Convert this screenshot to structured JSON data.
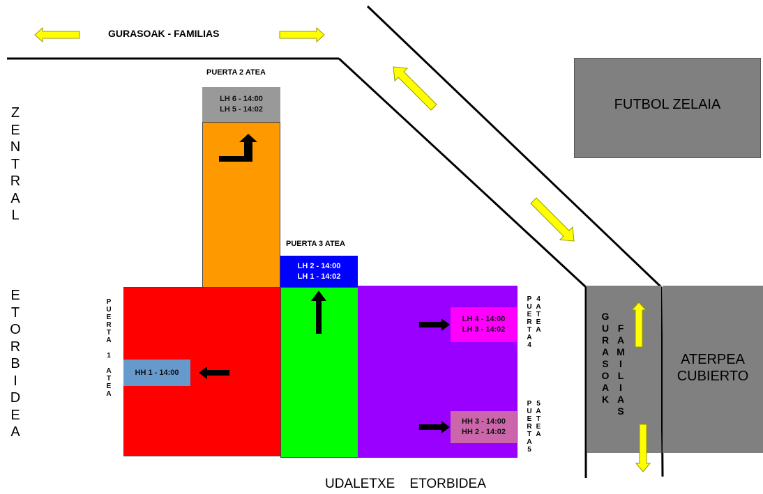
{
  "top_banner": "GURASOAK - FAMILIAS",
  "door_labels": {
    "puerta2": "PUERTA 2 ATEA",
    "puerta3": "PUERTA 3 ATEA"
  },
  "schedules": {
    "gray_top": [
      "LH 6 - 14:00",
      "LH 5 - 14:02"
    ],
    "blue_top": [
      "LH 2 - 14:00",
      "LH 1 - 14:02"
    ],
    "magenta": [
      "LH 4 - 14:00",
      "LH 3 - 14:02"
    ],
    "pink": [
      "HH 3 - 14:00",
      "HH 2 - 14:02"
    ],
    "light_blue": [
      "HH 1 - 14:00"
    ]
  },
  "vertical_labels": {
    "zentral": [
      "Z",
      "E",
      "N",
      "T",
      "R",
      "A",
      "L"
    ],
    "etorbidea": [
      "E",
      "T",
      "O",
      "R",
      "B",
      "I",
      "D",
      "E",
      "A"
    ],
    "puerta1": [
      "P",
      "U",
      "E",
      "R",
      "T",
      "A",
      "",
      "1",
      "",
      "A",
      "T",
      "E",
      "A"
    ],
    "puerta4_col1": [
      "P",
      "U",
      "E",
      "R",
      "T",
      "A",
      "4"
    ],
    "puerta4_col2": [
      "4",
      "A",
      "T",
      "E",
      "A"
    ],
    "puerta5_col1": [
      "P",
      "U",
      "E",
      "R",
      "T",
      "A",
      "5"
    ],
    "puerta5_col2": [
      "5",
      "A",
      "T",
      "E",
      "A"
    ],
    "gurasoak": [
      "G",
      "U",
      "R",
      "A",
      "S",
      "O",
      "A",
      "K"
    ],
    "familias": [
      "F",
      "A",
      "M",
      "I",
      "L",
      "I",
      "A",
      "S"
    ]
  },
  "futbol_label": "FUTBOL ZELAIA",
  "aterpea_label": [
    "ATERPEA",
    "CUBIERTO"
  ],
  "street_bottom": "UDALETXE    ETORBIDEA",
  "colors": {
    "red": "#ff0000",
    "orange": "#ff9900",
    "gray": "#999999",
    "blue": "#0000ff",
    "green": "#00ff00",
    "purple": "#9900ff",
    "magenta": "#ff00ff",
    "pink": "#cc66aa",
    "light_blue": "#6699cc",
    "yellow": "#ffff00",
    "area_gray": "#808080"
  }
}
